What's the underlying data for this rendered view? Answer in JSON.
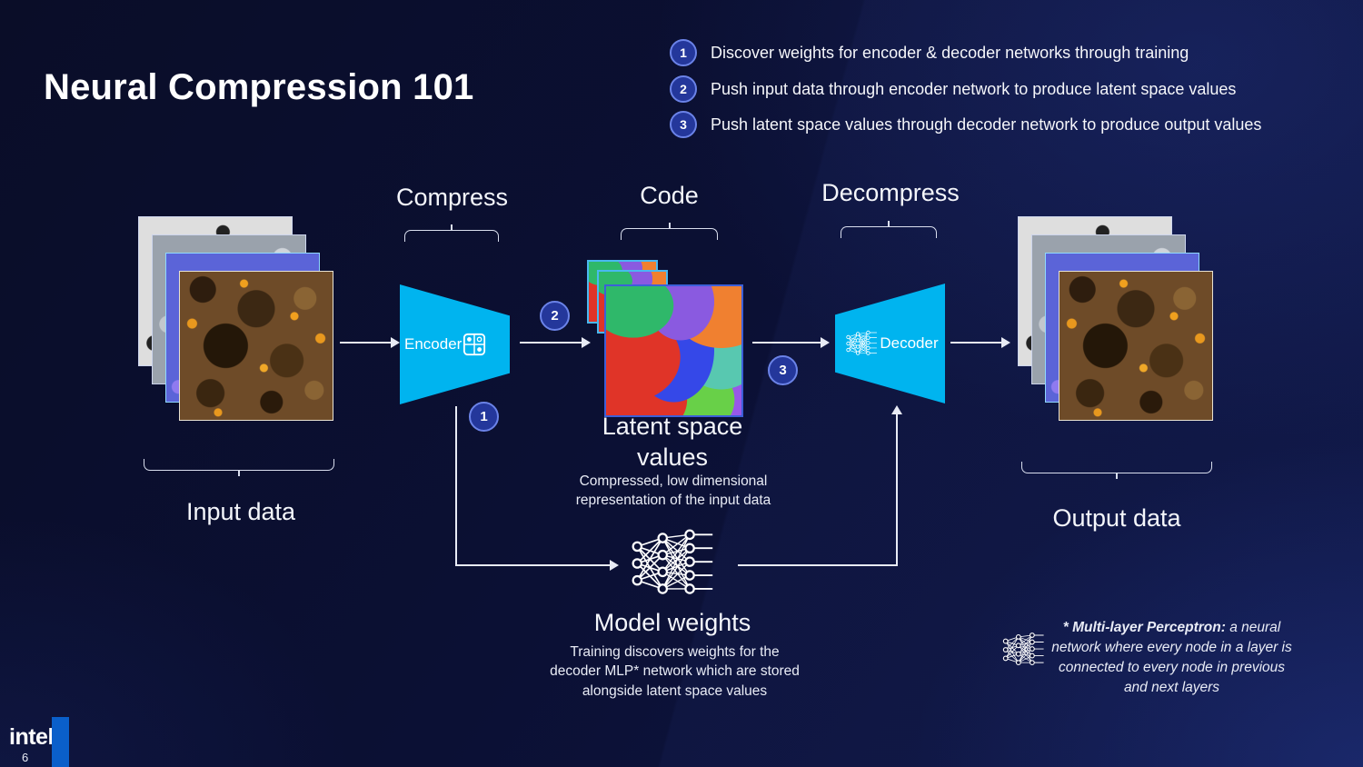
{
  "slide": {
    "title": "Neural Compression 101",
    "page_number": "6",
    "brand": "intel"
  },
  "legend": [
    {
      "num": "1",
      "text": "Discover weights for encoder & decoder networks through training"
    },
    {
      "num": "2",
      "text": "Push input data through encoder network to produce latent space values"
    },
    {
      "num": "3",
      "text": "Push latent space values through decoder network to produce output values"
    }
  ],
  "stages": {
    "compress": "Compress",
    "code": "Code",
    "decompress": "Decompress"
  },
  "flow": {
    "input_label": "Input data",
    "encoder_label": "Encoder",
    "decoder_label": "Decoder",
    "output_label": "Output data",
    "latent_title": "Latent space values",
    "latent_subtitle": "Compressed, low dimensional representation of the input data",
    "steps": {
      "one": "1",
      "two": "2",
      "three": "3"
    }
  },
  "model_weights": {
    "title": "Model weights",
    "description": "Training discovers weights for the decoder MLP* network which are stored alongside latent space values"
  },
  "footnote": {
    "term": "* Multi-layer Perceptron:",
    "text": " a neural network where every node in a layer is connected to every node in previous and next layers"
  },
  "colors": {
    "accent-cyan": "#00b4ef",
    "slide-bg": "#0b1034",
    "step-circle-fill": "#24379b",
    "step-circle-border": "#6b83e8",
    "brand-blue-bar": "#0a5fca",
    "line": "#e8ebf5"
  }
}
